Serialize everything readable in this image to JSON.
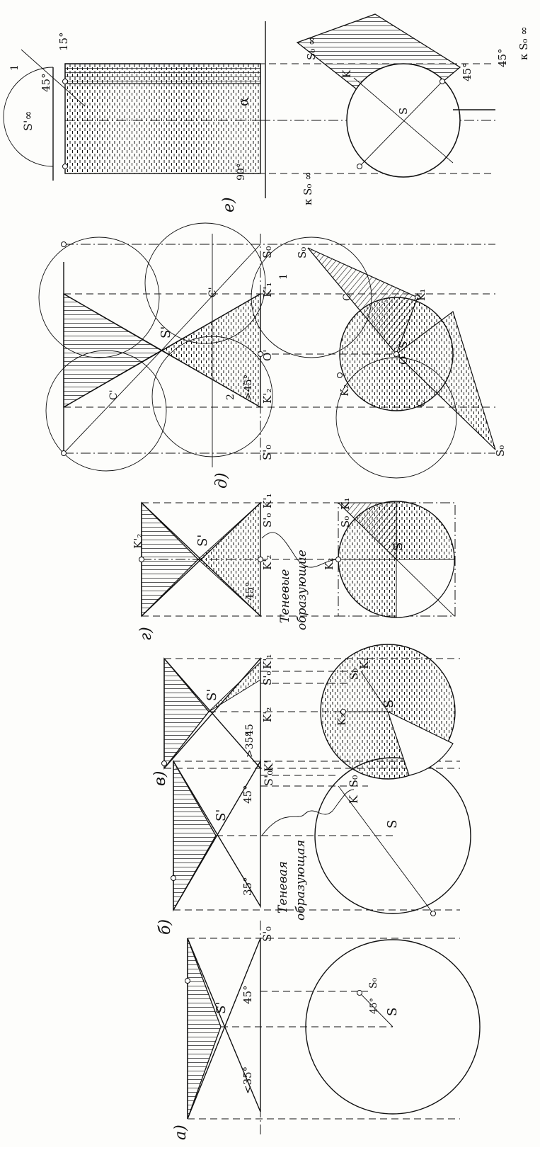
{
  "figures": {
    "a": {
      "caption": "а)",
      "labels": {
        "s1": "S'",
        "s0p": "S'₀",
        "s0": "S₀",
        "s": "S",
        "ang1": "45°",
        "ang2": "<35°",
        "ang3": "45°"
      }
    },
    "b": {
      "caption": "б)",
      "labels": {
        "s1": "S'",
        "s0p": "S'₀",
        "k1": "K'",
        "s0": "S₀",
        "k": "K",
        "s": "S",
        "ang1": "35°",
        "ang2": "45°"
      },
      "note_line1": "Теневая",
      "note_line2": "образующая"
    },
    "v": {
      "caption": "в)",
      "labels": {
        "s1": "S'",
        "s0p": "S'₀",
        "k1p": "K'₁",
        "k2p": "K'₂",
        "s0": "S₀",
        "k1": "K₁",
        "k2": "K₂",
        "s": "S",
        "ang1": ">35°",
        "ang2": "45"
      }
    },
    "g": {
      "caption": "г)",
      "labels": {
        "s1": "S'",
        "k2top": "K'₂",
        "s0p": "S'₀",
        "k1p": "K'₁",
        "k2p": "K'₂",
        "s0": "S₀",
        "k1": "K₁",
        "k2": "K₂",
        "s": "S",
        "ang1": "45°"
      },
      "note_line1": "Теневые",
      "note_line2": "образующие"
    },
    "d": {
      "caption": "д)",
      "labels": {
        "s1": "S'",
        "s0pl": "S'₀",
        "s0pr": "S₀",
        "c1": "C'",
        "c2": "C'",
        "c3": "C",
        "c4": "C",
        "k1p": "K'₁",
        "k2p": "K'₂",
        "o1": "O'",
        "n1": "1",
        "n2": "2",
        "ang1": ">45°",
        "s0a": "S₀",
        "s0b": "S₀",
        "k1": "K₁",
        "k2": "K₂",
        "o": "O",
        "s": "S"
      }
    },
    "e": {
      "caption": "е)",
      "labels": {
        "s_inf": "S'∞",
        "ang1": "45°",
        "ang2": "15°",
        "alpha": "α",
        "ang3": "90°",
        "s0a": "к S₀ ∞",
        "s0b": "к S₀ ∞",
        "s0c": "S₀ ∞",
        "k": "K",
        "s": "S",
        "ang4": "45°",
        "ang5": "45°",
        "n1": "1"
      }
    }
  }
}
